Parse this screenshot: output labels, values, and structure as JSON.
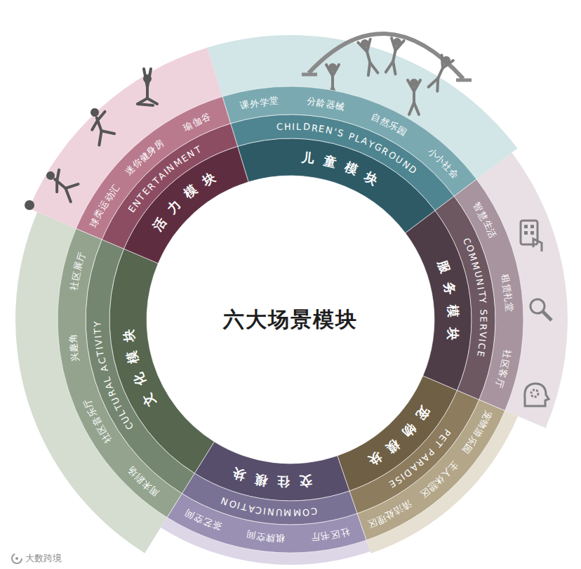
{
  "diagram": {
    "nodes": [
      {
        "text": [
          "六大场景模块"
        ]
      },
      {
        "text": [
          "儿童模块",
          "CHILDREN'S PLAYGROUND"
        ]
      },
      {
        "text": [
          "课外学堂",
          "分龄器械",
          "自然乐园",
          "小小社会"
        ]
      },
      {
        "text": [
          "服务模块",
          "COMMUNITY SERVICE"
        ]
      },
      {
        "text": [
          "智慧生活",
          "租赁礼堂",
          "社区客厅"
        ]
      },
      {
        "text": [
          "宠物模块",
          "PET PARADISE"
        ]
      },
      {
        "text": [
          "宠物游乐园",
          "主人休憩区",
          "清洁处理区"
        ]
      },
      {
        "text": [
          "交往模块",
          "COMMUNICATION"
        ]
      },
      {
        "text": [
          "社区书厅",
          "棋牌空间",
          "茶艺空间"
        ]
      },
      {
        "text": [
          "文化模块",
          "CULTURAL ACTIVITY"
        ]
      },
      {
        "text": [
          "周末剧场",
          "社区音乐厅",
          "兴趣角",
          "社区展厅"
        ]
      },
      {
        "text": [
          "活力模块",
          "ENTERTAINMENT"
        ]
      },
      {
        "text": [
          "球类运动汇",
          "迷你健身房",
          "瑜伽谷"
        ]
      }
    ],
    "labels": [
      "大数跨境"
    ]
  }
}
